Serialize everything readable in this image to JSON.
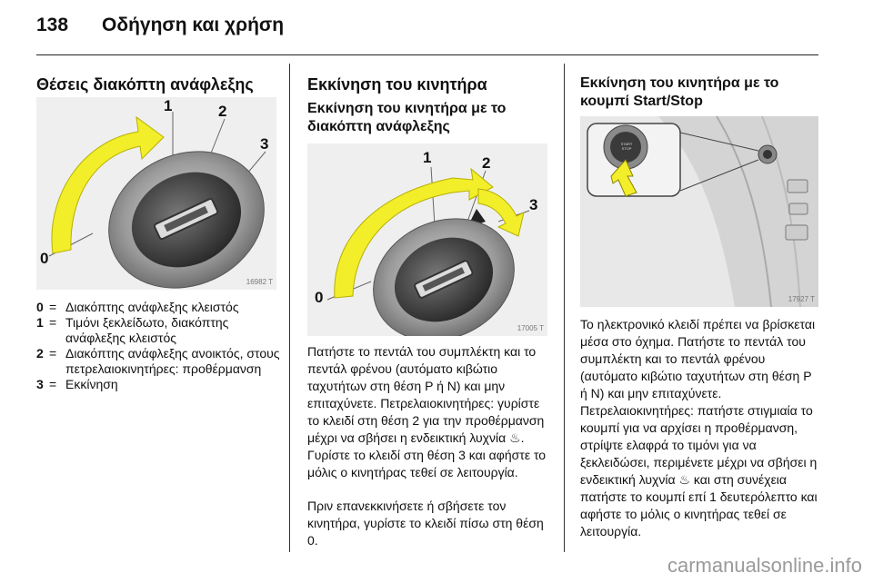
{
  "header": {
    "page_number": "138",
    "title": "Οδήγηση και χρήση"
  },
  "left": {
    "heading": "Θέσεις διακόπτη ανάφλεξης",
    "figure": {
      "code": "16982 T",
      "labels": [
        "1",
        "2",
        "3",
        "0"
      ]
    },
    "legend": [
      {
        "key": "0",
        "eq": "=",
        "text": "Διακόπτης ανάφλεξης κλειστός"
      },
      {
        "key": "1",
        "eq": "=",
        "text": "Τιμόνι ξεκλείδωτο, διακόπτης ανάφλεξης κλειστός"
      },
      {
        "key": "2",
        "eq": "=",
        "text": "Διακόπτης ανάφλεξης ανοικτός, στους πετρελαιοκινητήρες: προθέρμανση"
      },
      {
        "key": "3",
        "eq": "=",
        "text": "Εκκίνηση"
      }
    ]
  },
  "middle": {
    "heading": "Εκκίνηση του κινητήρα",
    "subheading": "Εκκίνηση του κινητήρα με το διακόπτη ανάφλεξης",
    "figure": {
      "code": "17005 T",
      "labels": [
        "1",
        "2",
        "3",
        "0"
      ]
    },
    "para1": "Πατήστε το πεντάλ του συμπλέκτη και το πεντάλ φρένου (αυτόματο κιβώτιο ταχυτήτων στη θέση P ή N) και μην επιταχύνετε. Πετρελαιοκινητήρες: γυρίστε το κλειδί στη θέση 2 για την προθέρμανση μέχρι να σβήσει η ενδεικτική λυχνία ♨. Γυρίστε το κλειδί στη θέση 3 και αφήστε το μόλις ο κινητήρας τεθεί σε λειτουργία.",
    "para2": "Πριν επανεκκινήσετε ή σβήσετε τον κινητήρα, γυρίστε το κλειδί πίσω στη θέση 0."
  },
  "right": {
    "heading": "Εκκίνηση του κινητήρα με το κουμπί Start/Stop",
    "figure": {
      "code": "17927 T",
      "button_text": "START STOP"
    },
    "para": "Το ηλεκτρονικό κλειδί πρέπει να βρίσκεται μέσα στο όχημα. Πατήστε το πεντάλ του συμπλέκτη και το πεντάλ φρένου (αυτόματο κιβώτιο ταχυτήτων στη θέση P ή N) και μην επιταχύνετε. Πετρελαιοκινητήρες: πατήστε στιγμιαία το κουμπί για να αρχίσει η προθέρμανση, στρίψτε ελαφρά το τιμόνι για να ξεκλειδώσει, περιμένετε μέχρι να σβήσει η ενδεικτική λυχνία ♨ και στη συνέχεια πατήστε το κουμπί επί 1 δευτερόλεπτο και αφήστε το μόλις ο κινητήρας τεθεί σε λειτουργία."
  },
  "watermark": "carmanualsonline.info"
}
